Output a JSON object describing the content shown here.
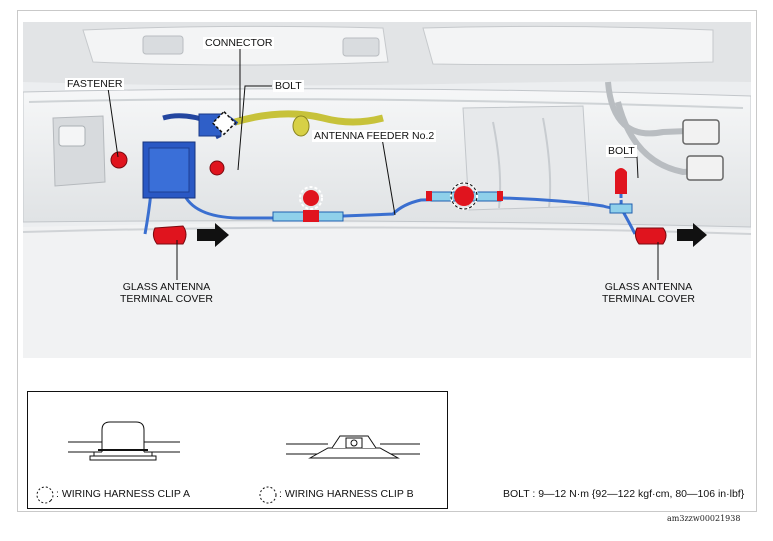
{
  "labels": {
    "connector": "CONNECTOR",
    "fastener": "FASTENER",
    "bolt_left": "BOLT",
    "antenna_feeder": "ANTENNA FEEDER No.2",
    "bolt_right": "BOLT",
    "glass_cover_left_line1": "GLASS ANTENNA",
    "glass_cover_left_line2": "TERMINAL COVER",
    "glass_cover_right_line1": "GLASS ANTENNA",
    "glass_cover_right_line2": "TERMINAL COVER"
  },
  "legend": {
    "clip_a": ": WIRING HARNESS CLIP A",
    "clip_b": ": WIRING HARNESS CLIP B"
  },
  "spec": "BOLT : 9—12 N·m {92—122 kgf·cm, 80—106 in·lbf}",
  "doc_code": "am3zzw00021938",
  "colors": {
    "harness": "#3a6fd0",
    "highlight_red": "#e0141e",
    "tape": "#8fd0ea",
    "body_gray": "#e6e8ea"
  }
}
